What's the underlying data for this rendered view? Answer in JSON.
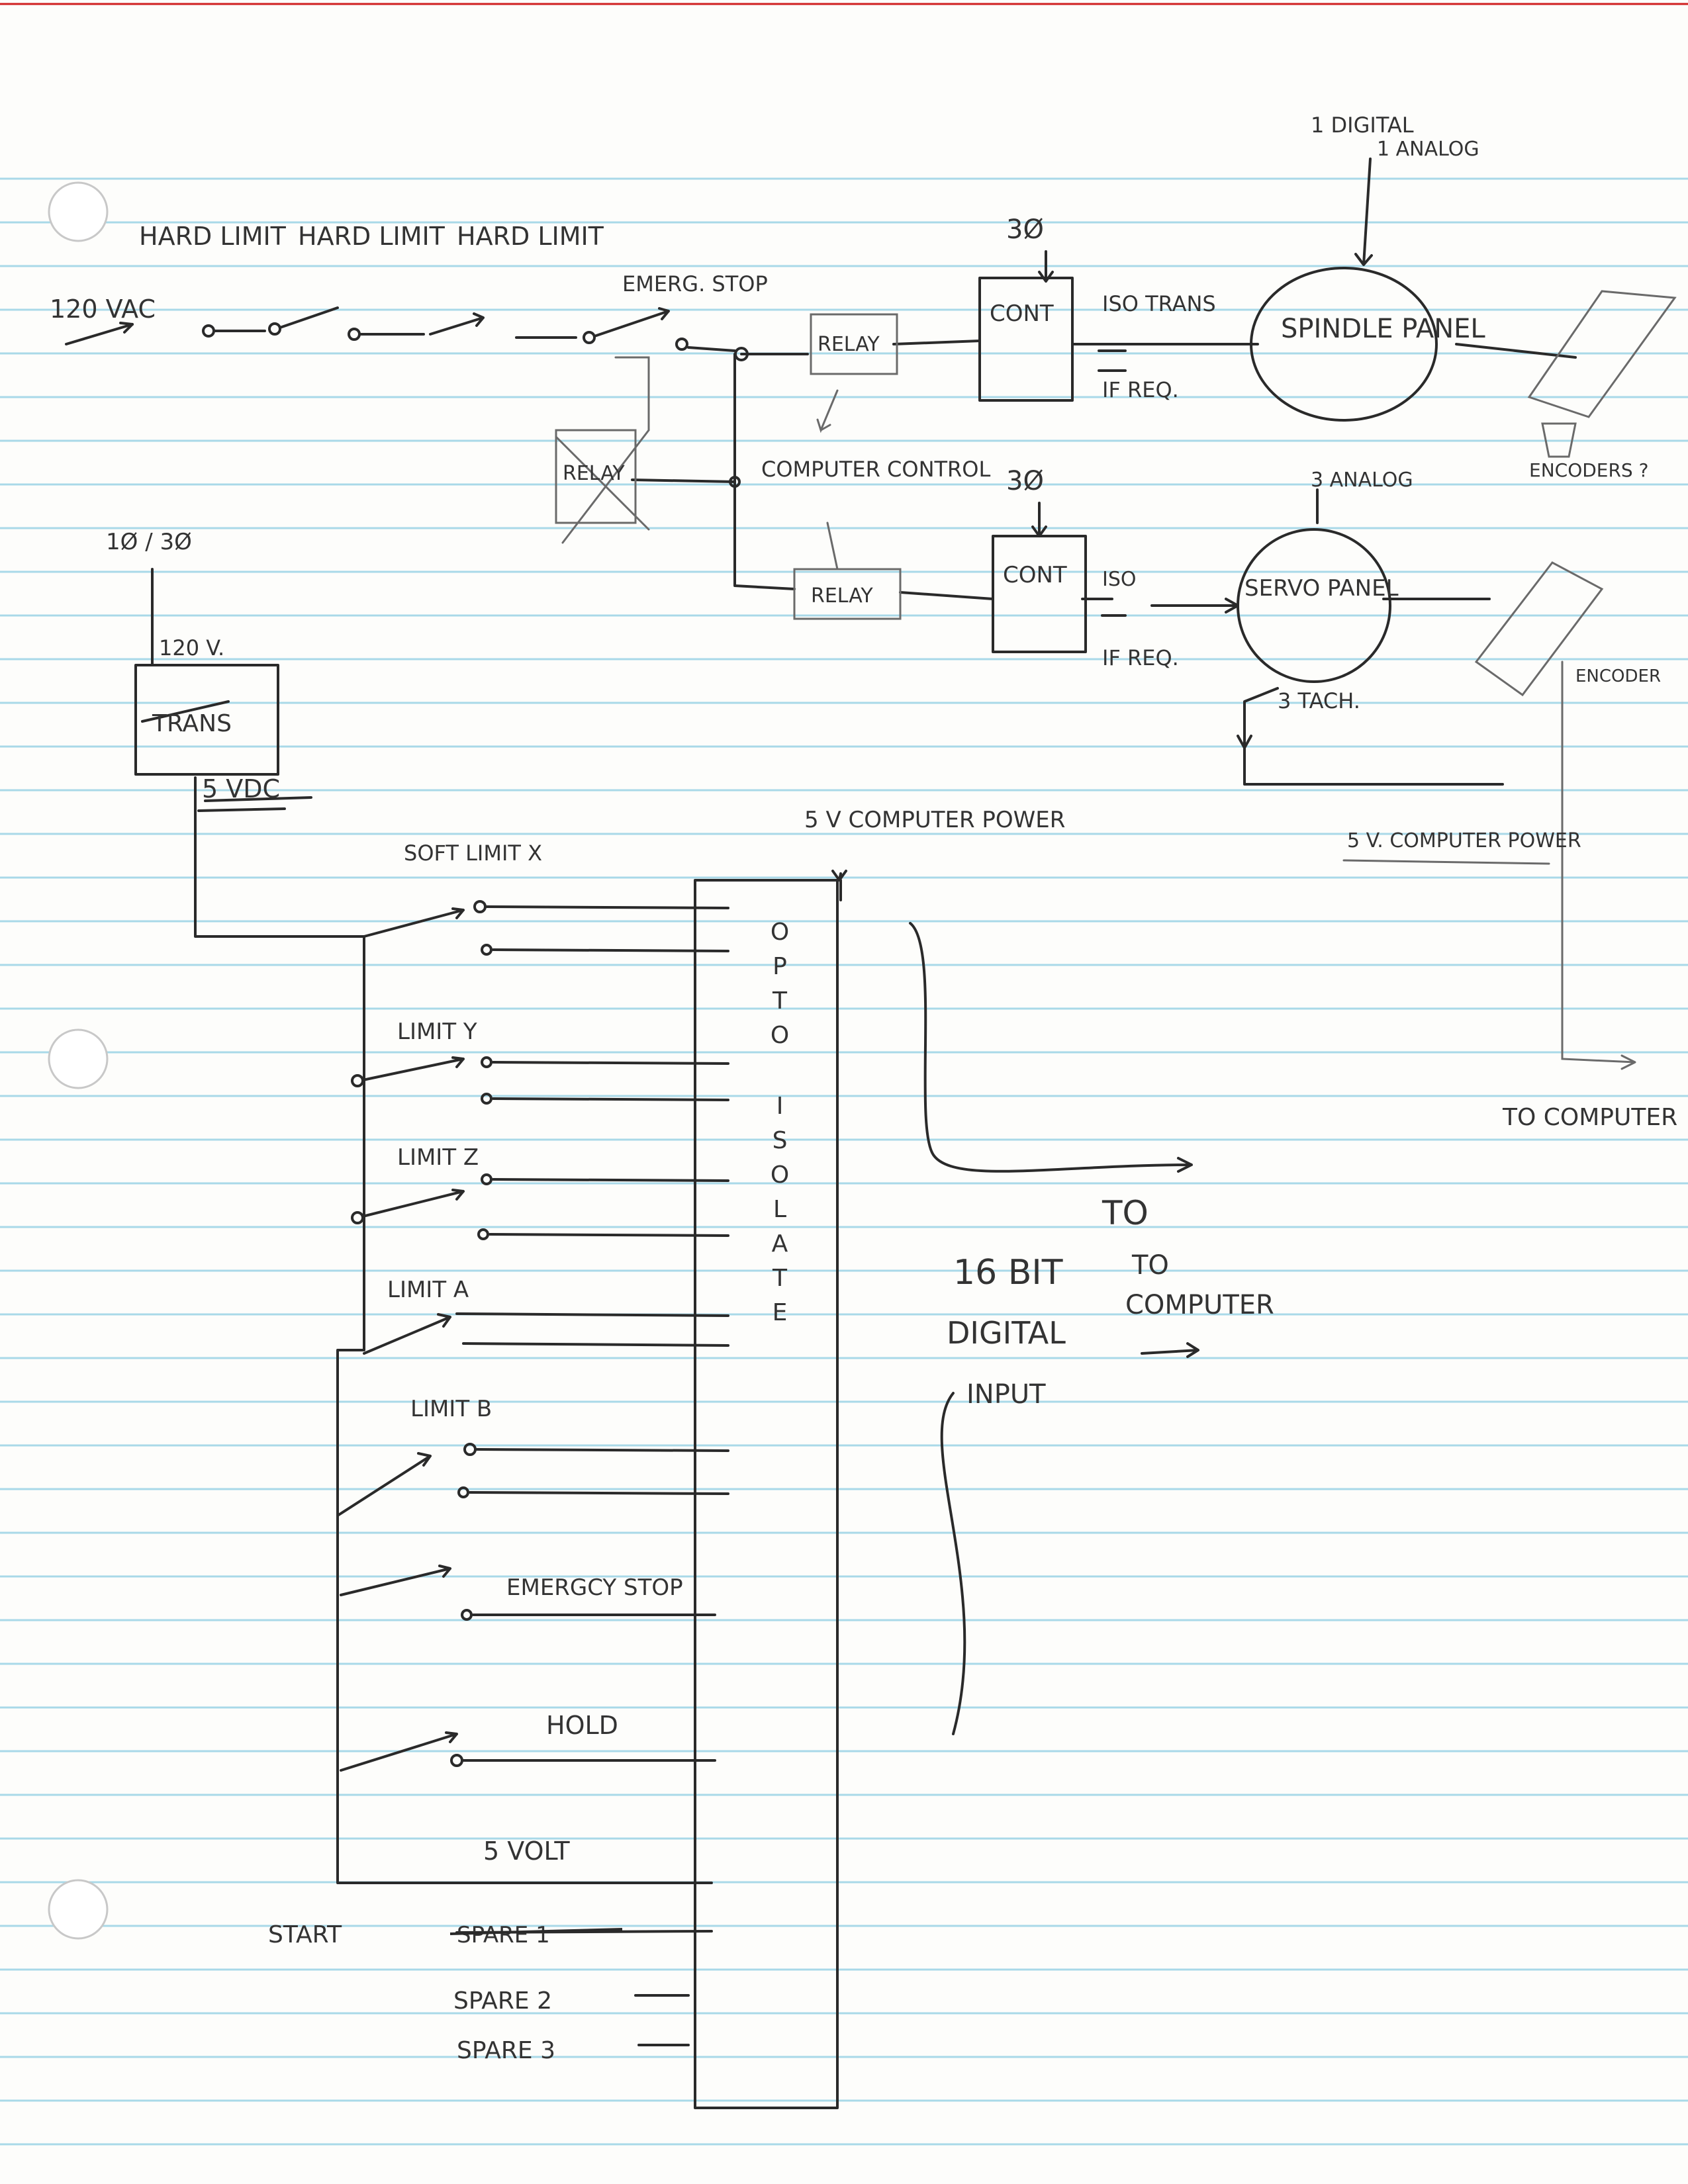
{
  "top": {
    "hard_limit_1": "HARD LIMIT",
    "hard_limit_2": "HARD LIMIT",
    "hard_limit_3": "HARD LIMIT",
    "supply": "120 VAC",
    "emerg_stop": "EMERG. STOP",
    "relay_top": "RELAY",
    "relay_crossed": "RELAY",
    "relay_bottom": "RELAY",
    "computer_control": "COMPUTER CONTROL",
    "phase_top": "3Ø",
    "phase_bottom": "3Ø",
    "cont_top": "CONT",
    "cont_bottom": "CONT",
    "iso_trans": "ISO TRANS",
    "if_req_top": "IF REQ.",
    "iso_bottom": "ISO",
    "if_req_bottom": "IF REQ.",
    "digital_note": "1 DIGITAL",
    "analog_note": "1 ANALOG",
    "spindle_panel": "SPINDLE PANEL",
    "encoders": "ENCODERS ?",
    "analog3": "3 ANALOG",
    "servo_panel": "SERVO PANEL",
    "three_tach": "3 TACH.",
    "encoder": "ENCODER",
    "computer_power_right": "5 V. COMPUTER POWER",
    "to_computer_right": "TO COMPUTER"
  },
  "trans": {
    "input": "1Ø / 3Ø",
    "v120": "120 V.",
    "label": "TRANS",
    "v5dc": "5 VDC"
  },
  "opto": {
    "power": "5 V COMPUTER POWER",
    "label": "OPTO ISOLATE",
    "letters": [
      "O",
      "P",
      "T",
      "O",
      "I",
      "S",
      "O",
      "L",
      "A",
      "T",
      "E"
    ]
  },
  "switches": {
    "soft_limit_x": "SOFT LIMIT X",
    "limit_y": "LIMIT Y",
    "limit_z": "LIMIT Z",
    "limit_a": "LIMIT A",
    "limit_b": "LIMIT B",
    "emergency_stop": "EMERGCY STOP",
    "hold": "HOLD",
    "five_volt": "5 VOLT",
    "start": "START",
    "spare1": "SPARE 1",
    "spare2": "SPARE 2",
    "spare3": "SPARE 3"
  },
  "output": {
    "bits": "16 BIT",
    "digital": "DIGITAL",
    "input": "INPUT",
    "to": "TO",
    "to2": "TO",
    "computer": "COMPUTER"
  }
}
